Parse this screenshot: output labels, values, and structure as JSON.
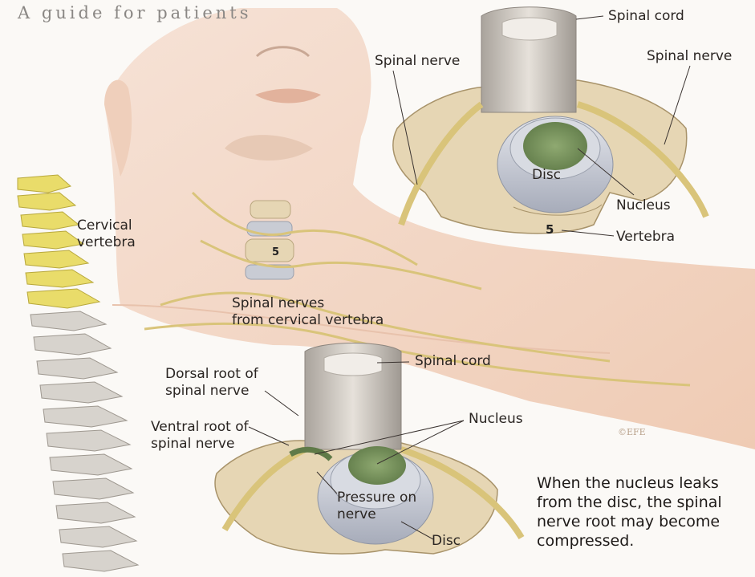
{
  "header": {
    "text": "A guide for patients"
  },
  "labels": {
    "spinal_cord_top": "Spinal cord",
    "spinal_nerve_left": "Spinal nerve",
    "spinal_nerve_right": "Spinal nerve",
    "disc_top": "Disc",
    "nucleus_top": "Nucleus",
    "vertebra": "Vertebra",
    "vertebra_number_top": "5",
    "cervical_vertebra": "Cervical\nvertebra",
    "neck_vertebra_number": "5",
    "spinal_nerves_from_cervical": "Spinal nerves\nfrom cervical vertebra",
    "spinal_cord_bottom": "Spinal cord",
    "dorsal_root": "Dorsal root of\nspinal nerve",
    "ventral_root": "Ventral root of\nspinal nerve",
    "nucleus_bottom": "Nucleus",
    "pressure_on_nerve": "Pressure on\nnerve",
    "disc_bottom": "Disc",
    "watermark": "©EFE"
  },
  "caption": "When the nucleus leaks\nfrom the disc, the spinal\nnerve root may become\ncompressed.",
  "colors": {
    "background": "#fbf9f6",
    "skin": "#f2d4c0",
    "bone": "#e6d6b4",
    "cervical_bone": "#e9dc6a",
    "nerve": "#d9c47a",
    "disc_ring": "#c9ccd4",
    "nucleus": "#7f9a62",
    "cord": "#d6d2cc"
  }
}
